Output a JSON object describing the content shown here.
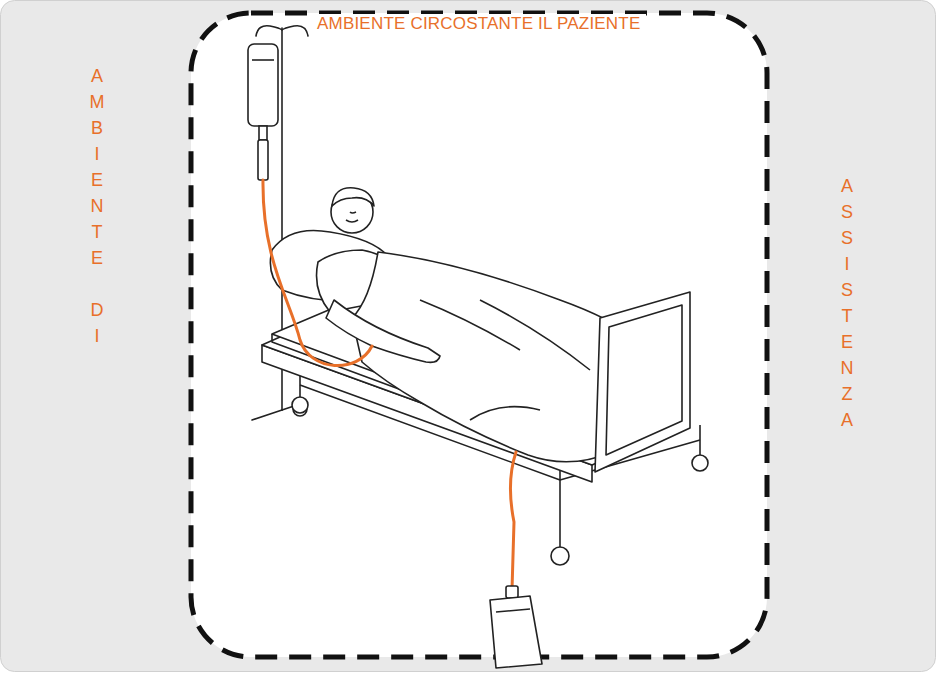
{
  "diagram": {
    "nodes": [
      {
        "text": [
          "AMBIENTE DI",
          "ASSISTENZA"
        ]
      },
      {
        "text": [
          "AMBIENTE CIRCOSTANTE IL PAZIENTE"
        ],
        "in": 0
      }
    ]
  }
}
